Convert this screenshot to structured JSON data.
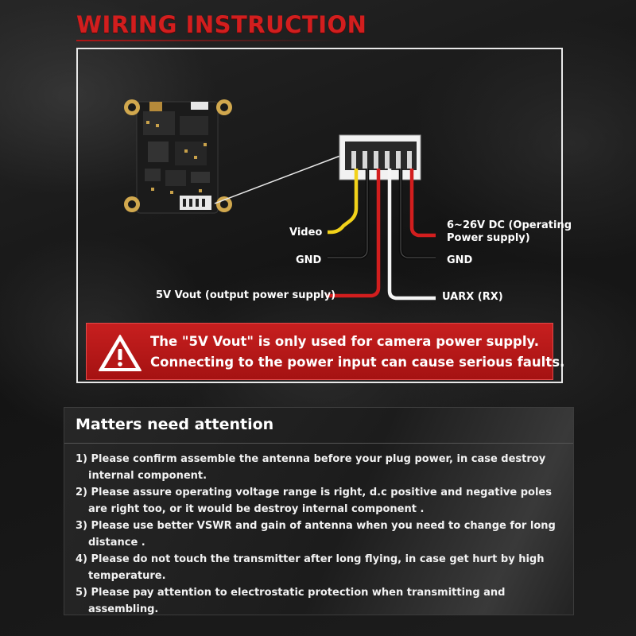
{
  "title": "WIRING INSTRUCTION",
  "labels": {
    "video": "Video",
    "gnd_left": "GND",
    "vout": "5V Vout (output power supply)",
    "dc_input": [
      "6~26V DC (Operating",
      "Power supply)"
    ],
    "gnd_right": "GND",
    "uarx": "UARX (RX)"
  },
  "warning": {
    "line1": "The \"5V Vout\" is only used for camera power supply.",
    "line2": "Connecting to the power input can cause serious faults."
  },
  "attention": {
    "heading": "Matters need attention",
    "items": [
      "1) Please confirm assemble the antenna before your plug power, in case destroy internal component.",
      "2) Please assure operating voltage range is right, d.c positive and negative poles are right too, or it would be destroy internal component .",
      "3) Please use better VSWR and gain of antenna when you need to change for long distance .",
      "4) Please do not touch the transmitter after long flying, in case get hurt by high temperature.",
      "5) Please pay attention to electrostatic protection when transmitting and assembling."
    ]
  },
  "colors": {
    "accent_red": "#d21e1e",
    "wire_yellow": "#f2d21a",
    "wire_red": "#d21e1e",
    "wire_white": "#f5f5f5",
    "wire_black": "#111111"
  },
  "icons": [
    "warning-triangle-icon"
  ]
}
